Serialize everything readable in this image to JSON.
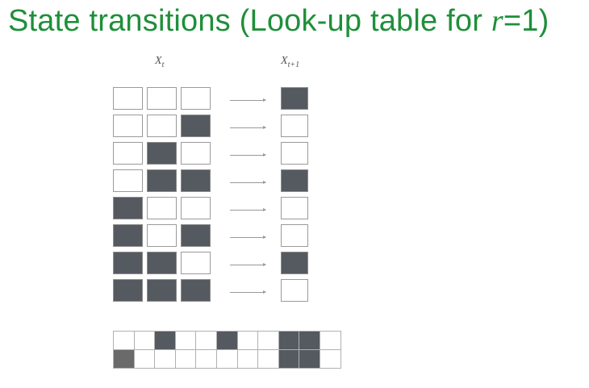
{
  "title": {
    "prefix": "State transitions (Look-up table for ",
    "variable": "r",
    "suffix": "=1)"
  },
  "headers": {
    "current": {
      "base": "X",
      "sub": "t"
    },
    "next": {
      "base": "X",
      "sub": "t+1"
    }
  },
  "rules": [
    {
      "neighborhood": [
        0,
        0,
        0
      ],
      "next": 1
    },
    {
      "neighborhood": [
        0,
        0,
        1
      ],
      "next": 0
    },
    {
      "neighborhood": [
        0,
        1,
        0
      ],
      "next": 0
    },
    {
      "neighborhood": [
        0,
        1,
        1
      ],
      "next": 1
    },
    {
      "neighborhood": [
        1,
        0,
        0
      ],
      "next": 0
    },
    {
      "neighborhood": [
        1,
        0,
        1
      ],
      "next": 0
    },
    {
      "neighborhood": [
        1,
        1,
        0
      ],
      "next": 1
    },
    {
      "neighborhood": [
        1,
        1,
        1
      ],
      "next": 0
    }
  ],
  "example_grid": {
    "rows": [
      [
        0,
        0,
        1,
        0,
        0,
        1,
        0,
        0,
        1,
        1,
        0
      ],
      [
        1,
        0,
        0,
        0,
        0,
        0,
        0,
        0,
        1,
        1,
        0
      ]
    ]
  },
  "colors": {
    "title": "#1f8f3a",
    "filled_cell": "#555a60",
    "empty_cell": "#ffffff"
  }
}
